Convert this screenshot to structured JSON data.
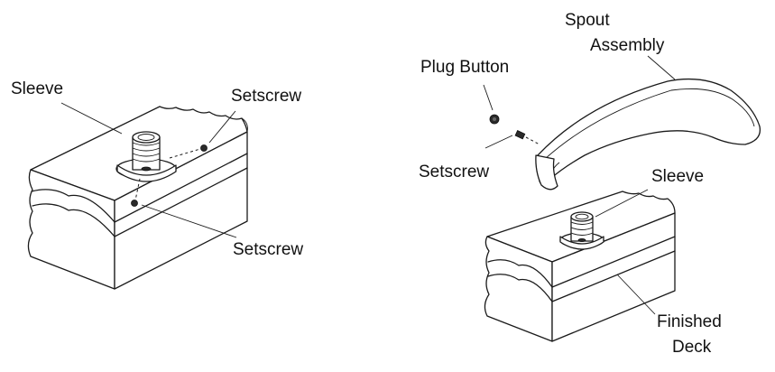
{
  "left_figure": {
    "labels": {
      "sleeve": "Sleeve",
      "setscrew_top": "Setscrew",
      "setscrew_bottom": "Setscrew"
    }
  },
  "right_figure": {
    "labels": {
      "spout_line1": "Spout",
      "spout_line2": "Assembly",
      "plug_button": "Plug Button",
      "setscrew": "Setscrew",
      "sleeve": "Sleeve",
      "deck_line1": "Finished",
      "deck_line2": "Deck"
    }
  }
}
